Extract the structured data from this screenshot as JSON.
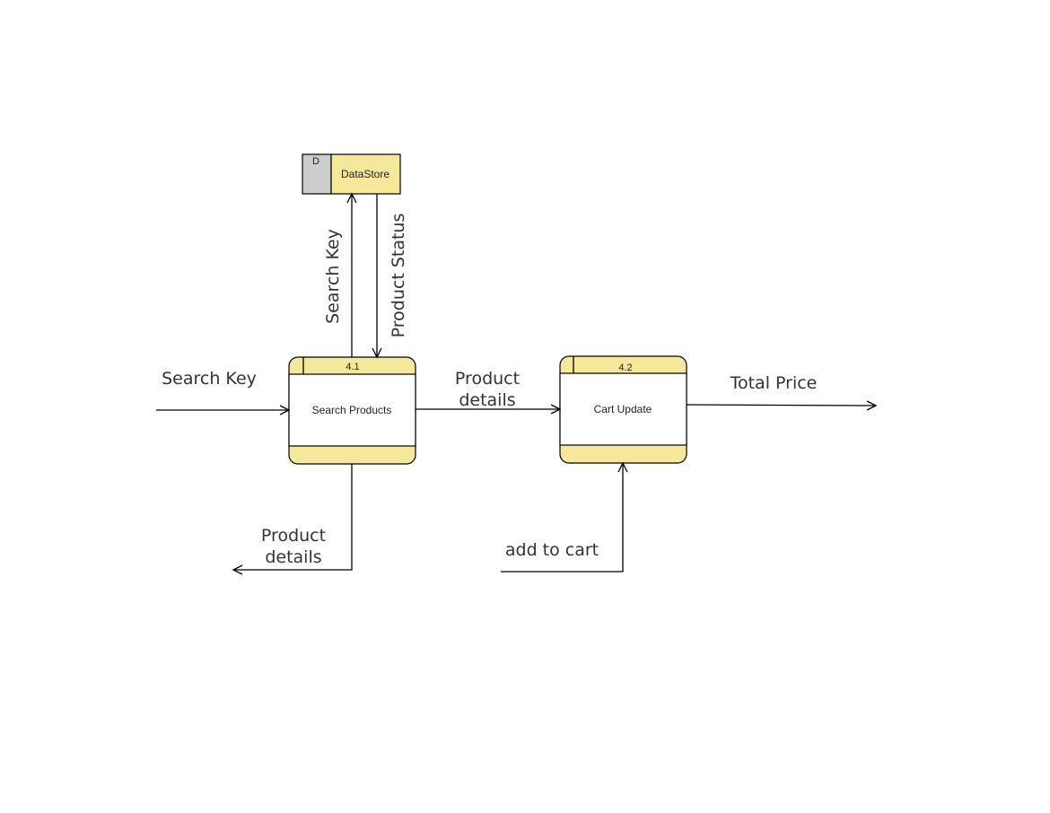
{
  "diagram": {
    "datastore": {
      "id_label": "D",
      "name": "DataStore"
    },
    "processes": [
      {
        "number": "4.1",
        "name": "Search Products"
      },
      {
        "number": "4.2",
        "name": "Cart Update"
      }
    ],
    "flows": {
      "search_key_in": "Search Key",
      "search_key_to_store": "Search Key",
      "product_status": "Product Status",
      "product_details_between_line1": "Product",
      "product_details_between_line2": "details",
      "product_details_out_line1": "Product",
      "product_details_out_line2": "details",
      "add_to_cart": "add to cart",
      "total_price": "Total Price"
    },
    "colors": {
      "process_fill": "#f5e89a",
      "datastore_id_fill": "#cccccc",
      "datastore_fill": "#f5e89a",
      "stroke": "#000000"
    }
  }
}
